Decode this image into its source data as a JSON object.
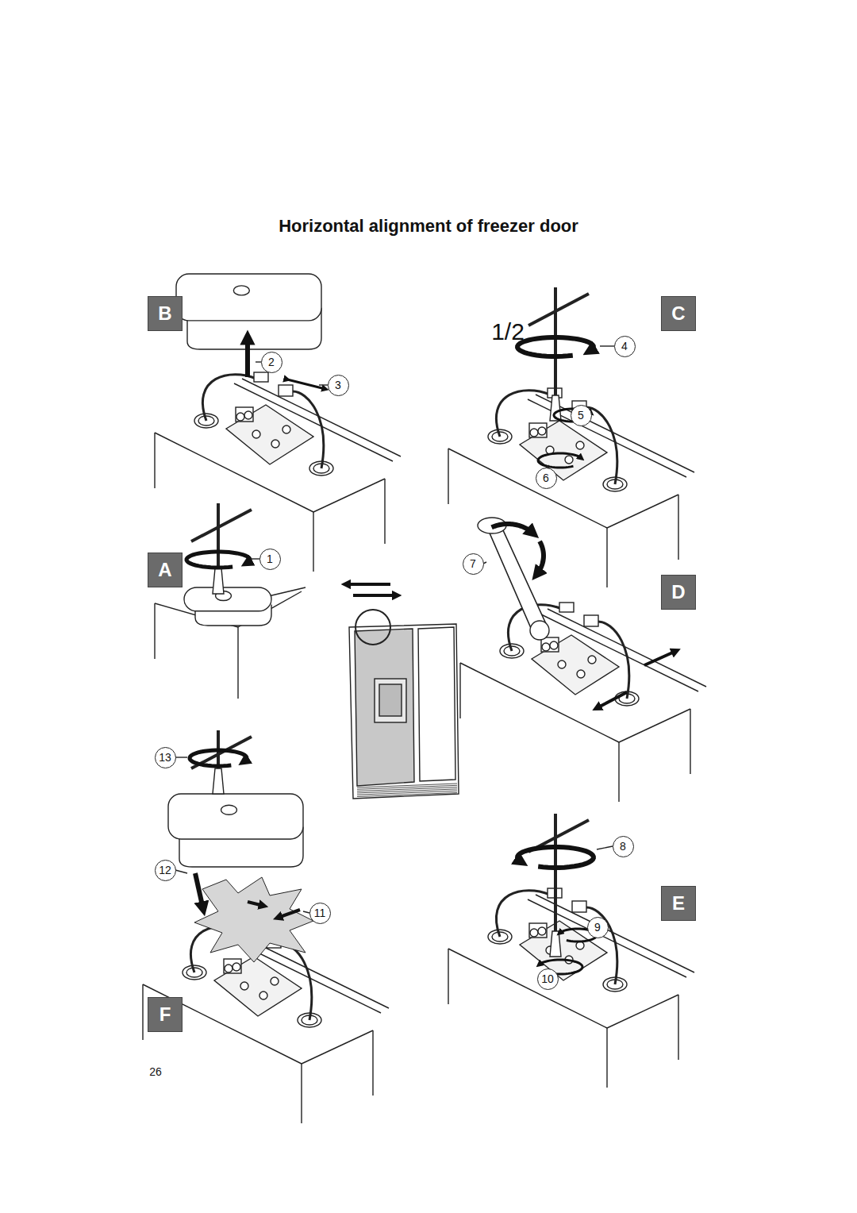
{
  "diagram": {
    "title": "Horizontal alignment of freezer door",
    "nodes": [
      {
        "text": [
          "B"
        ]
      },
      {
        "text": [
          "C"
        ]
      },
      {
        "text": [
          "4"
        ]
      },
      {
        "text": [
          "2"
        ]
      },
      {
        "text": [
          "3"
        ]
      },
      {
        "text": [
          "5"
        ]
      },
      {
        "text": [
          "6"
        ]
      },
      {
        "text": [
          "A"
        ]
      },
      {
        "text": [
          "1"
        ]
      },
      {
        "text": [
          "7"
        ]
      },
      {
        "text": [
          "D"
        ]
      },
      {
        "text": [
          "13"
        ]
      },
      {
        "text": [
          "8"
        ]
      },
      {
        "text": [
          "12"
        ]
      },
      {
        "text": [
          "11"
        ]
      },
      {
        "text": [
          "E"
        ]
      },
      {
        "text": [
          "9"
        ]
      },
      {
        "text": [
          "10"
        ]
      },
      {
        "text": [
          "F"
        ]
      }
    ],
    "labels": [
      "1/2",
      "26"
    ]
  }
}
